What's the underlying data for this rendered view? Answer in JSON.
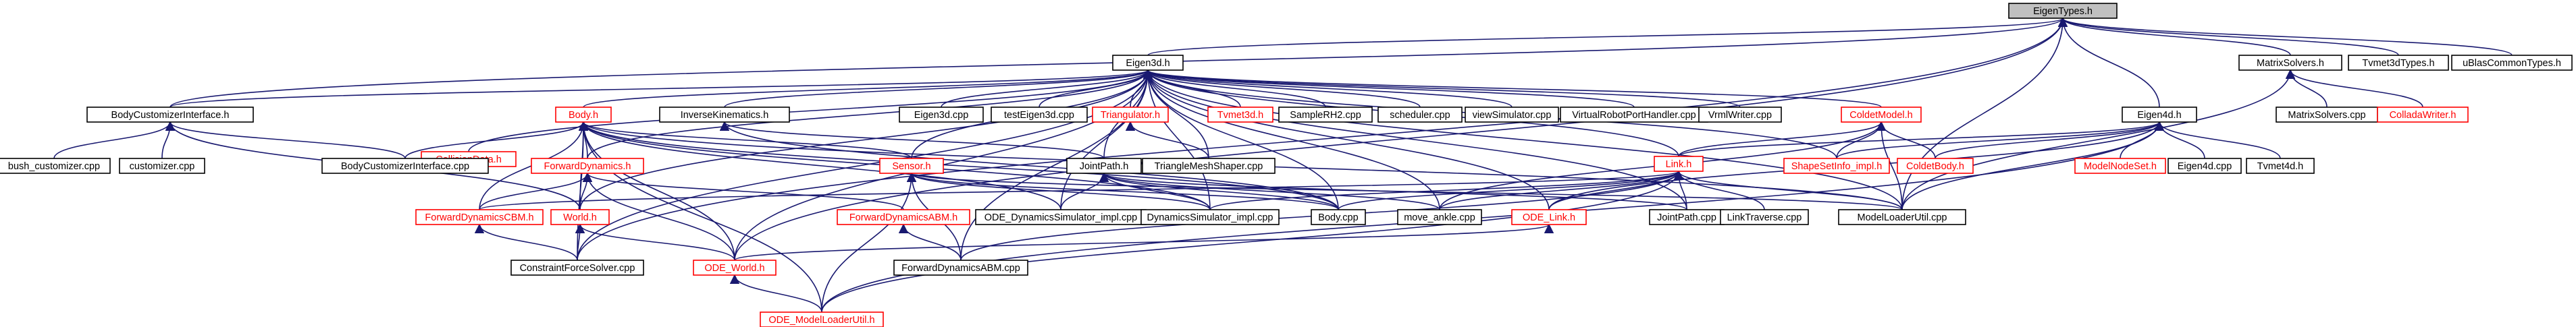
{
  "graph": {
    "nodes": [
      {
        "id": "eigentypes",
        "label": "EigenTypes.h",
        "root": true
      },
      {
        "id": "eigen3d",
        "label": "Eigen3d.h"
      },
      {
        "id": "matrixsolvers_h",
        "label": "MatrixSolvers.h"
      },
      {
        "id": "tvmet3dtypes",
        "label": "Tvmet3dTypes.h"
      },
      {
        "id": "ublas",
        "label": "uBlasCommonTypes.h"
      },
      {
        "id": "eigen4d",
        "label": "Eigen4d.h"
      },
      {
        "id": "bodycustomizer_h",
        "label": "BodyCustomizerInterface.h"
      },
      {
        "id": "collisiondata",
        "label": "CollisionData.h",
        "red": true
      },
      {
        "id": "body_h",
        "label": "Body.h",
        "red": true
      },
      {
        "id": "inversekin",
        "label": "InverseKinematics.h"
      },
      {
        "id": "eigen3dcpp",
        "label": "Eigen3d.cpp"
      },
      {
        "id": "testeigen3d",
        "label": "testEigen3d.cpp"
      },
      {
        "id": "triangulator",
        "label": "Triangulator.h",
        "red": true
      },
      {
        "id": "tvmet3d",
        "label": "Tvmet3d.h",
        "red": true
      },
      {
        "id": "samplerh2",
        "label": "SampleRH2.cpp"
      },
      {
        "id": "scheduler",
        "label": "scheduler.cpp"
      },
      {
        "id": "viewsim",
        "label": "viewSimulator.cpp"
      },
      {
        "id": "vrph",
        "label": "VirtualRobotPortHandler.cpp"
      },
      {
        "id": "vrmlwriter",
        "label": "VrmlWriter.cpp"
      },
      {
        "id": "coldetmodel",
        "label": "ColdetModel.h",
        "red": true
      },
      {
        "id": "matrixsolvers_cpp",
        "label": "MatrixSolvers.cpp"
      },
      {
        "id": "colladawriter",
        "label": "ColladaWriter.h",
        "red": true
      },
      {
        "id": "bush",
        "label": "bush_customizer.cpp"
      },
      {
        "id": "customizer",
        "label": "customizer.cpp"
      },
      {
        "id": "bodycustomizer_cpp",
        "label": "BodyCustomizerInterface.cpp"
      },
      {
        "id": "fwddyn",
        "label": "ForwardDynamics.h",
        "red": true
      },
      {
        "id": "sensor",
        "label": "Sensor.h",
        "red": true
      },
      {
        "id": "jointpath_h",
        "label": "JointPath.h"
      },
      {
        "id": "trimesh",
        "label": "TriangleMeshShaper.cpp"
      },
      {
        "id": "link_h",
        "label": "Link.h",
        "red": true
      },
      {
        "id": "shapesetinfo",
        "label": "ShapeSetInfo_impl.h",
        "red": true
      },
      {
        "id": "coldetbody",
        "label": "ColdetBody.h",
        "red": true
      },
      {
        "id": "modelnodeset",
        "label": "ModelNodeSet.h",
        "red": true
      },
      {
        "id": "eigen4dcpp",
        "label": "Eigen4d.cpp"
      },
      {
        "id": "tvmet4d",
        "label": "Tvmet4d.h"
      },
      {
        "id": "fwdcbm",
        "label": "ForwardDynamicsCBM.h",
        "red": true
      },
      {
        "id": "world_h",
        "label": "World.h",
        "red": true
      },
      {
        "id": "fwdabm_h",
        "label": "ForwardDynamicsABM.h",
        "red": true
      },
      {
        "id": "ode_dynsim",
        "label": "ODE_DynamicsSimulator_impl.cpp"
      },
      {
        "id": "dynsim",
        "label": "DynamicsSimulator_impl.cpp"
      },
      {
        "id": "bodycpp",
        "label": "Body.cpp"
      },
      {
        "id": "moveankle",
        "label": "move_ankle.cpp"
      },
      {
        "id": "odelink",
        "label": "ODE_Link.h",
        "red": true
      },
      {
        "id": "jointpathcpp",
        "label": "JointPath.cpp"
      },
      {
        "id": "linktraverse",
        "label": "LinkTraverse.cpp"
      },
      {
        "id": "modelloaderutil",
        "label": "ModelLoaderUtil.cpp"
      },
      {
        "id": "constraint",
        "label": "ConstraintForceSolver.cpp"
      },
      {
        "id": "odeworld",
        "label": "ODE_World.h",
        "red": true
      },
      {
        "id": "fwdabm_cpp",
        "label": "ForwardDynamicsABM.cpp"
      },
      {
        "id": "ode_mlu",
        "label": "ODE_ModelLoaderUtil.h",
        "red": true
      }
    ],
    "edges": [
      [
        "eigentypes",
        "eigen3d"
      ],
      [
        "eigentypes",
        "matrixsolvers_h"
      ],
      [
        "eigentypes",
        "tvmet3dtypes"
      ],
      [
        "eigentypes",
        "ublas"
      ],
      [
        "eigentypes",
        "eigen4d"
      ],
      [
        "eigentypes",
        "bodycustomizer_h"
      ],
      [
        "eigentypes",
        "constraint"
      ],
      [
        "eigentypes",
        "modelloaderutil"
      ],
      [
        "eigentypes",
        "odeworld"
      ],
      [
        "eigen3d",
        "bodycustomizer_h"
      ],
      [
        "eigen3d",
        "collisiondata"
      ],
      [
        "eigen3d",
        "body_h"
      ],
      [
        "eigen3d",
        "inversekin"
      ],
      [
        "eigen3d",
        "eigen3dcpp"
      ],
      [
        "eigen3d",
        "testeigen3d"
      ],
      [
        "eigen3d",
        "triangulator"
      ],
      [
        "eigen3d",
        "tvmet3d"
      ],
      [
        "eigen3d",
        "samplerh2"
      ],
      [
        "eigen3d",
        "scheduler"
      ],
      [
        "eigen3d",
        "viewsim"
      ],
      [
        "eigen3d",
        "vrph"
      ],
      [
        "eigen3d",
        "vrmlwriter"
      ],
      [
        "eigen3d",
        "coldetmodel"
      ],
      [
        "eigen3d",
        "sensor"
      ],
      [
        "eigen3d",
        "jointpath_h"
      ],
      [
        "eigen3d",
        "trimesh"
      ],
      [
        "eigen3d",
        "link_h"
      ],
      [
        "eigen3d",
        "shapesetinfo"
      ],
      [
        "eigen3d",
        "fwddyn"
      ],
      [
        "eigen3d",
        "world_h"
      ],
      [
        "eigen3d",
        "odeworld"
      ],
      [
        "eigen3d",
        "odelink"
      ],
      [
        "eigen3d",
        "modelloaderutil"
      ],
      [
        "eigen3d",
        "jointpathcpp"
      ],
      [
        "eigen3d",
        "bodycpp"
      ],
      [
        "eigen3d",
        "dynsim"
      ],
      [
        "eigen3d",
        "ode_dynsim"
      ],
      [
        "eigen3d",
        "moveankle"
      ],
      [
        "eigen3d",
        "fwdabm_cpp"
      ],
      [
        "eigen3d",
        "constraint"
      ],
      [
        "matrixsolvers_h",
        "matrixsolvers_cpp"
      ],
      [
        "matrixsolvers_h",
        "colladawriter"
      ],
      [
        "matrixsolvers_h",
        "modelloaderutil"
      ],
      [
        "eigen4d",
        "shapesetinfo"
      ],
      [
        "eigen4d",
        "coldetbody"
      ],
      [
        "eigen4d",
        "modelnodeset"
      ],
      [
        "eigen4d",
        "eigen4dcpp"
      ],
      [
        "eigen4d",
        "tvmet4d"
      ],
      [
        "eigen4d",
        "modelloaderutil"
      ],
      [
        "eigen4d",
        "link_h"
      ],
      [
        "eigen4d",
        "odelink"
      ],
      [
        "eigen4d",
        "ode_mlu"
      ],
      [
        "bodycustomizer_h",
        "bush"
      ],
      [
        "bodycustomizer_h",
        "customizer"
      ],
      [
        "bodycustomizer_h",
        "bodycustomizer_cpp"
      ],
      [
        "bodycustomizer_h",
        "world_h"
      ],
      [
        "body_h",
        "bodycustomizer_cpp"
      ],
      [
        "body_h",
        "fwddyn"
      ],
      [
        "body_h",
        "world_h"
      ],
      [
        "body_h",
        "constraint"
      ],
      [
        "body_h",
        "odeworld"
      ],
      [
        "body_h",
        "ode_mlu"
      ],
      [
        "body_h",
        "sensor"
      ],
      [
        "body_h",
        "bodycpp"
      ],
      [
        "body_h",
        "dynsim"
      ],
      [
        "body_h",
        "ode_dynsim"
      ],
      [
        "body_h",
        "fwdcbm"
      ],
      [
        "body_h",
        "modelloaderutil"
      ],
      [
        "inversekin",
        "jointpath_h"
      ],
      [
        "inversekin",
        "bodycpp"
      ],
      [
        "triangulator",
        "trimesh"
      ],
      [
        "coldetmodel",
        "shapesetinfo"
      ],
      [
        "coldetmodel",
        "coldetbody"
      ],
      [
        "coldetmodel",
        "link_h"
      ],
      [
        "coldetmodel",
        "modelloaderutil"
      ],
      [
        "coldetmodel",
        "moveankle"
      ],
      [
        "fwddyn",
        "fwdcbm"
      ],
      [
        "fwddyn",
        "world_h"
      ],
      [
        "fwddyn",
        "fwdabm_h"
      ],
      [
        "fwddyn",
        "odeworld"
      ],
      [
        "sensor",
        "bodycpp"
      ],
      [
        "sensor",
        "fwdabm_cpp"
      ],
      [
        "sensor",
        "dynsim"
      ],
      [
        "sensor",
        "ode_mlu"
      ],
      [
        "sensor",
        "modelloaderutil"
      ],
      [
        "jointpath_h",
        "ode_dynsim"
      ],
      [
        "jointpath_h",
        "dynsim"
      ],
      [
        "jointpath_h",
        "moveankle"
      ],
      [
        "jointpath_h",
        "jointpathcpp"
      ],
      [
        "jointpath_h",
        "bodycpp"
      ],
      [
        "link_h",
        "bodycpp"
      ],
      [
        "link_h",
        "moveankle"
      ],
      [
        "link_h",
        "odelink"
      ],
      [
        "link_h",
        "jointpathcpp"
      ],
      [
        "link_h",
        "linktraverse"
      ],
      [
        "link_h",
        "modelloaderutil"
      ],
      [
        "link_h",
        "fwdabm_cpp"
      ],
      [
        "link_h",
        "ode_mlu"
      ],
      [
        "link_h",
        "fwdcbm"
      ],
      [
        "link_h",
        "dynsim"
      ],
      [
        "fwdcbm",
        "constraint"
      ],
      [
        "world_h",
        "constraint"
      ],
      [
        "world_h",
        "odeworld"
      ],
      [
        "fwdabm_h",
        "fwdabm_cpp"
      ],
      [
        "odelink",
        "odeworld"
      ],
      [
        "odeworld",
        "ode_mlu"
      ]
    ]
  }
}
